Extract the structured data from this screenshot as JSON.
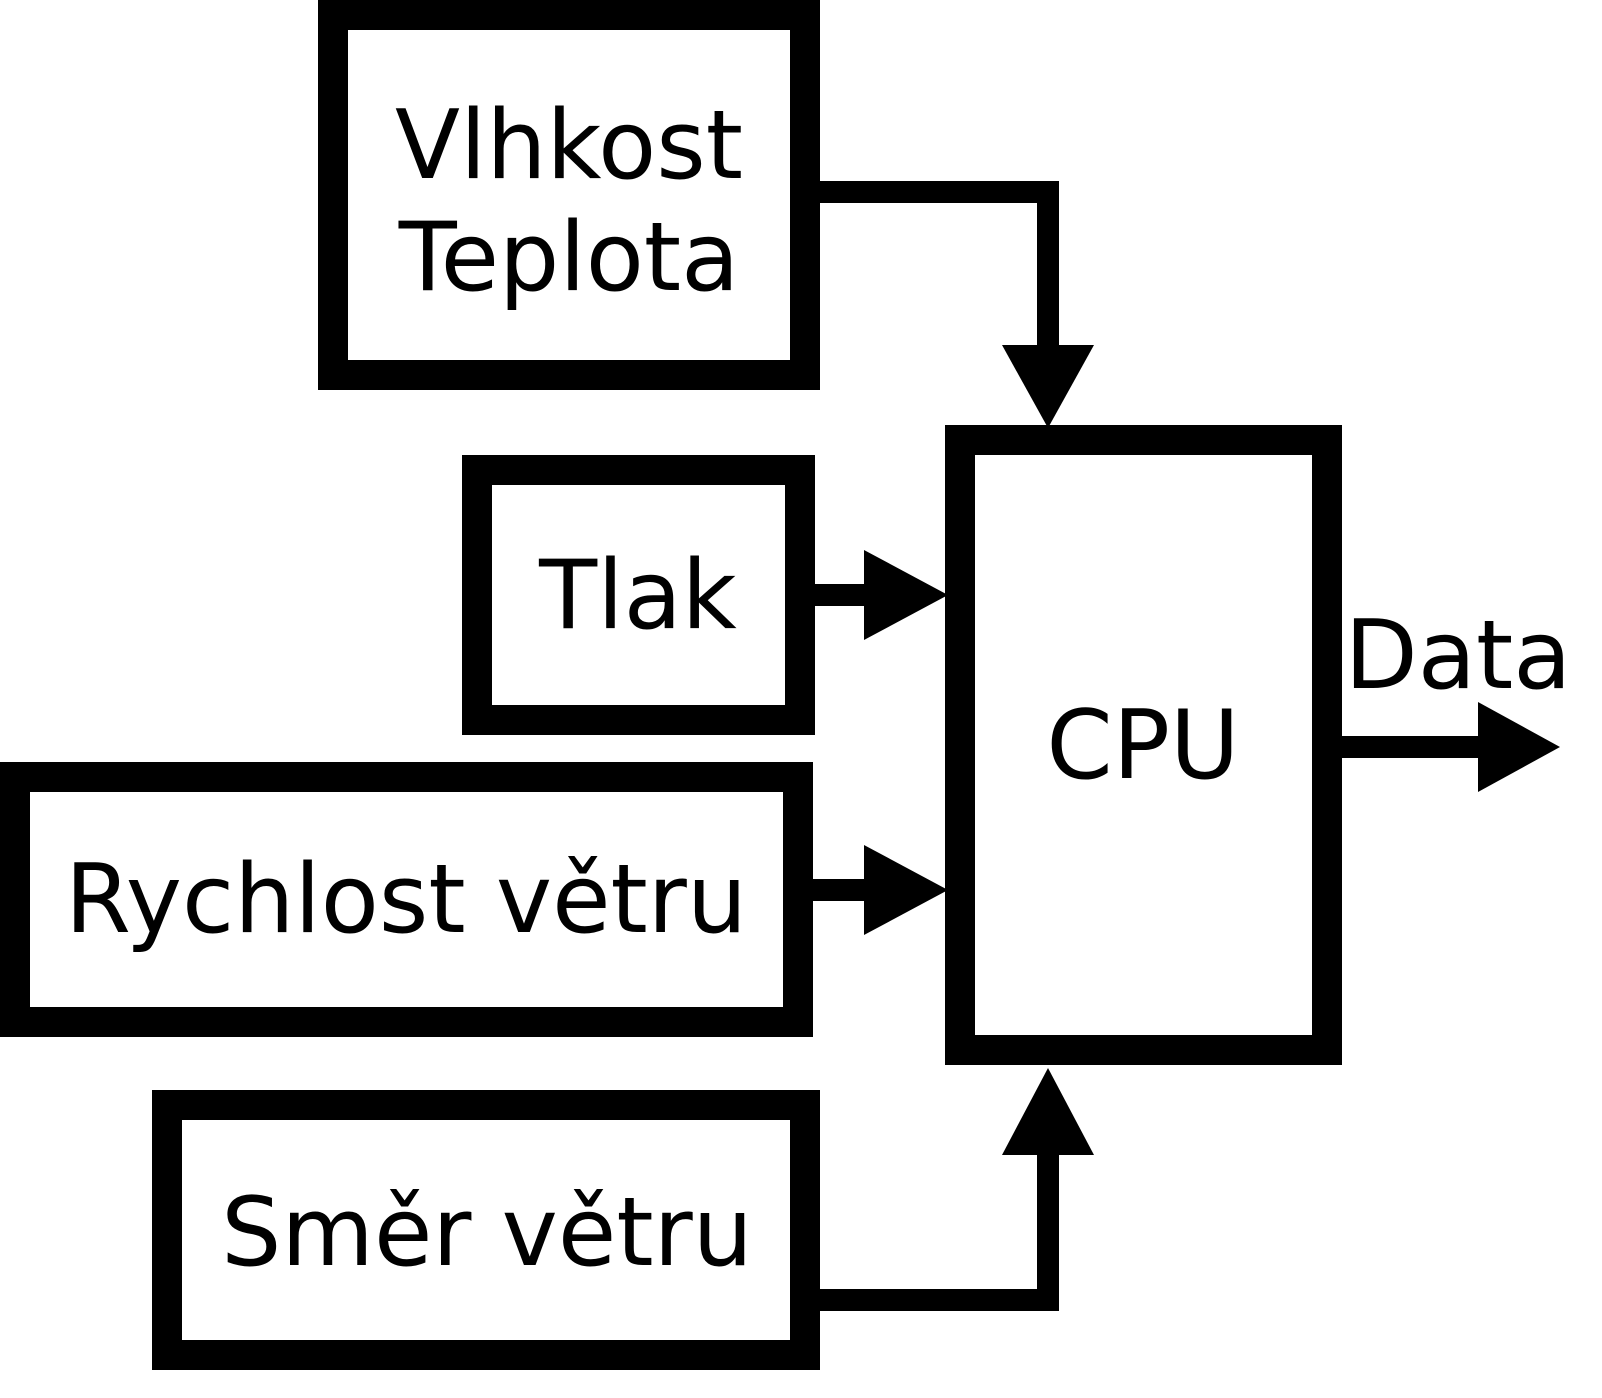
{
  "diagram": {
    "blocks": {
      "humidity_temperature": {
        "line1": "Vlhkost",
        "line2": "Teplota"
      },
      "pressure": {
        "label": "Tlak"
      },
      "wind_speed": {
        "label": "Rychlost větru"
      },
      "wind_direction": {
        "label": "Směr větru"
      },
      "cpu": {
        "label": "CPU"
      }
    },
    "output": {
      "label": "Data"
    },
    "colors": {
      "line": "#000000",
      "fill": "#ffffff",
      "background": "#ffffff"
    }
  }
}
